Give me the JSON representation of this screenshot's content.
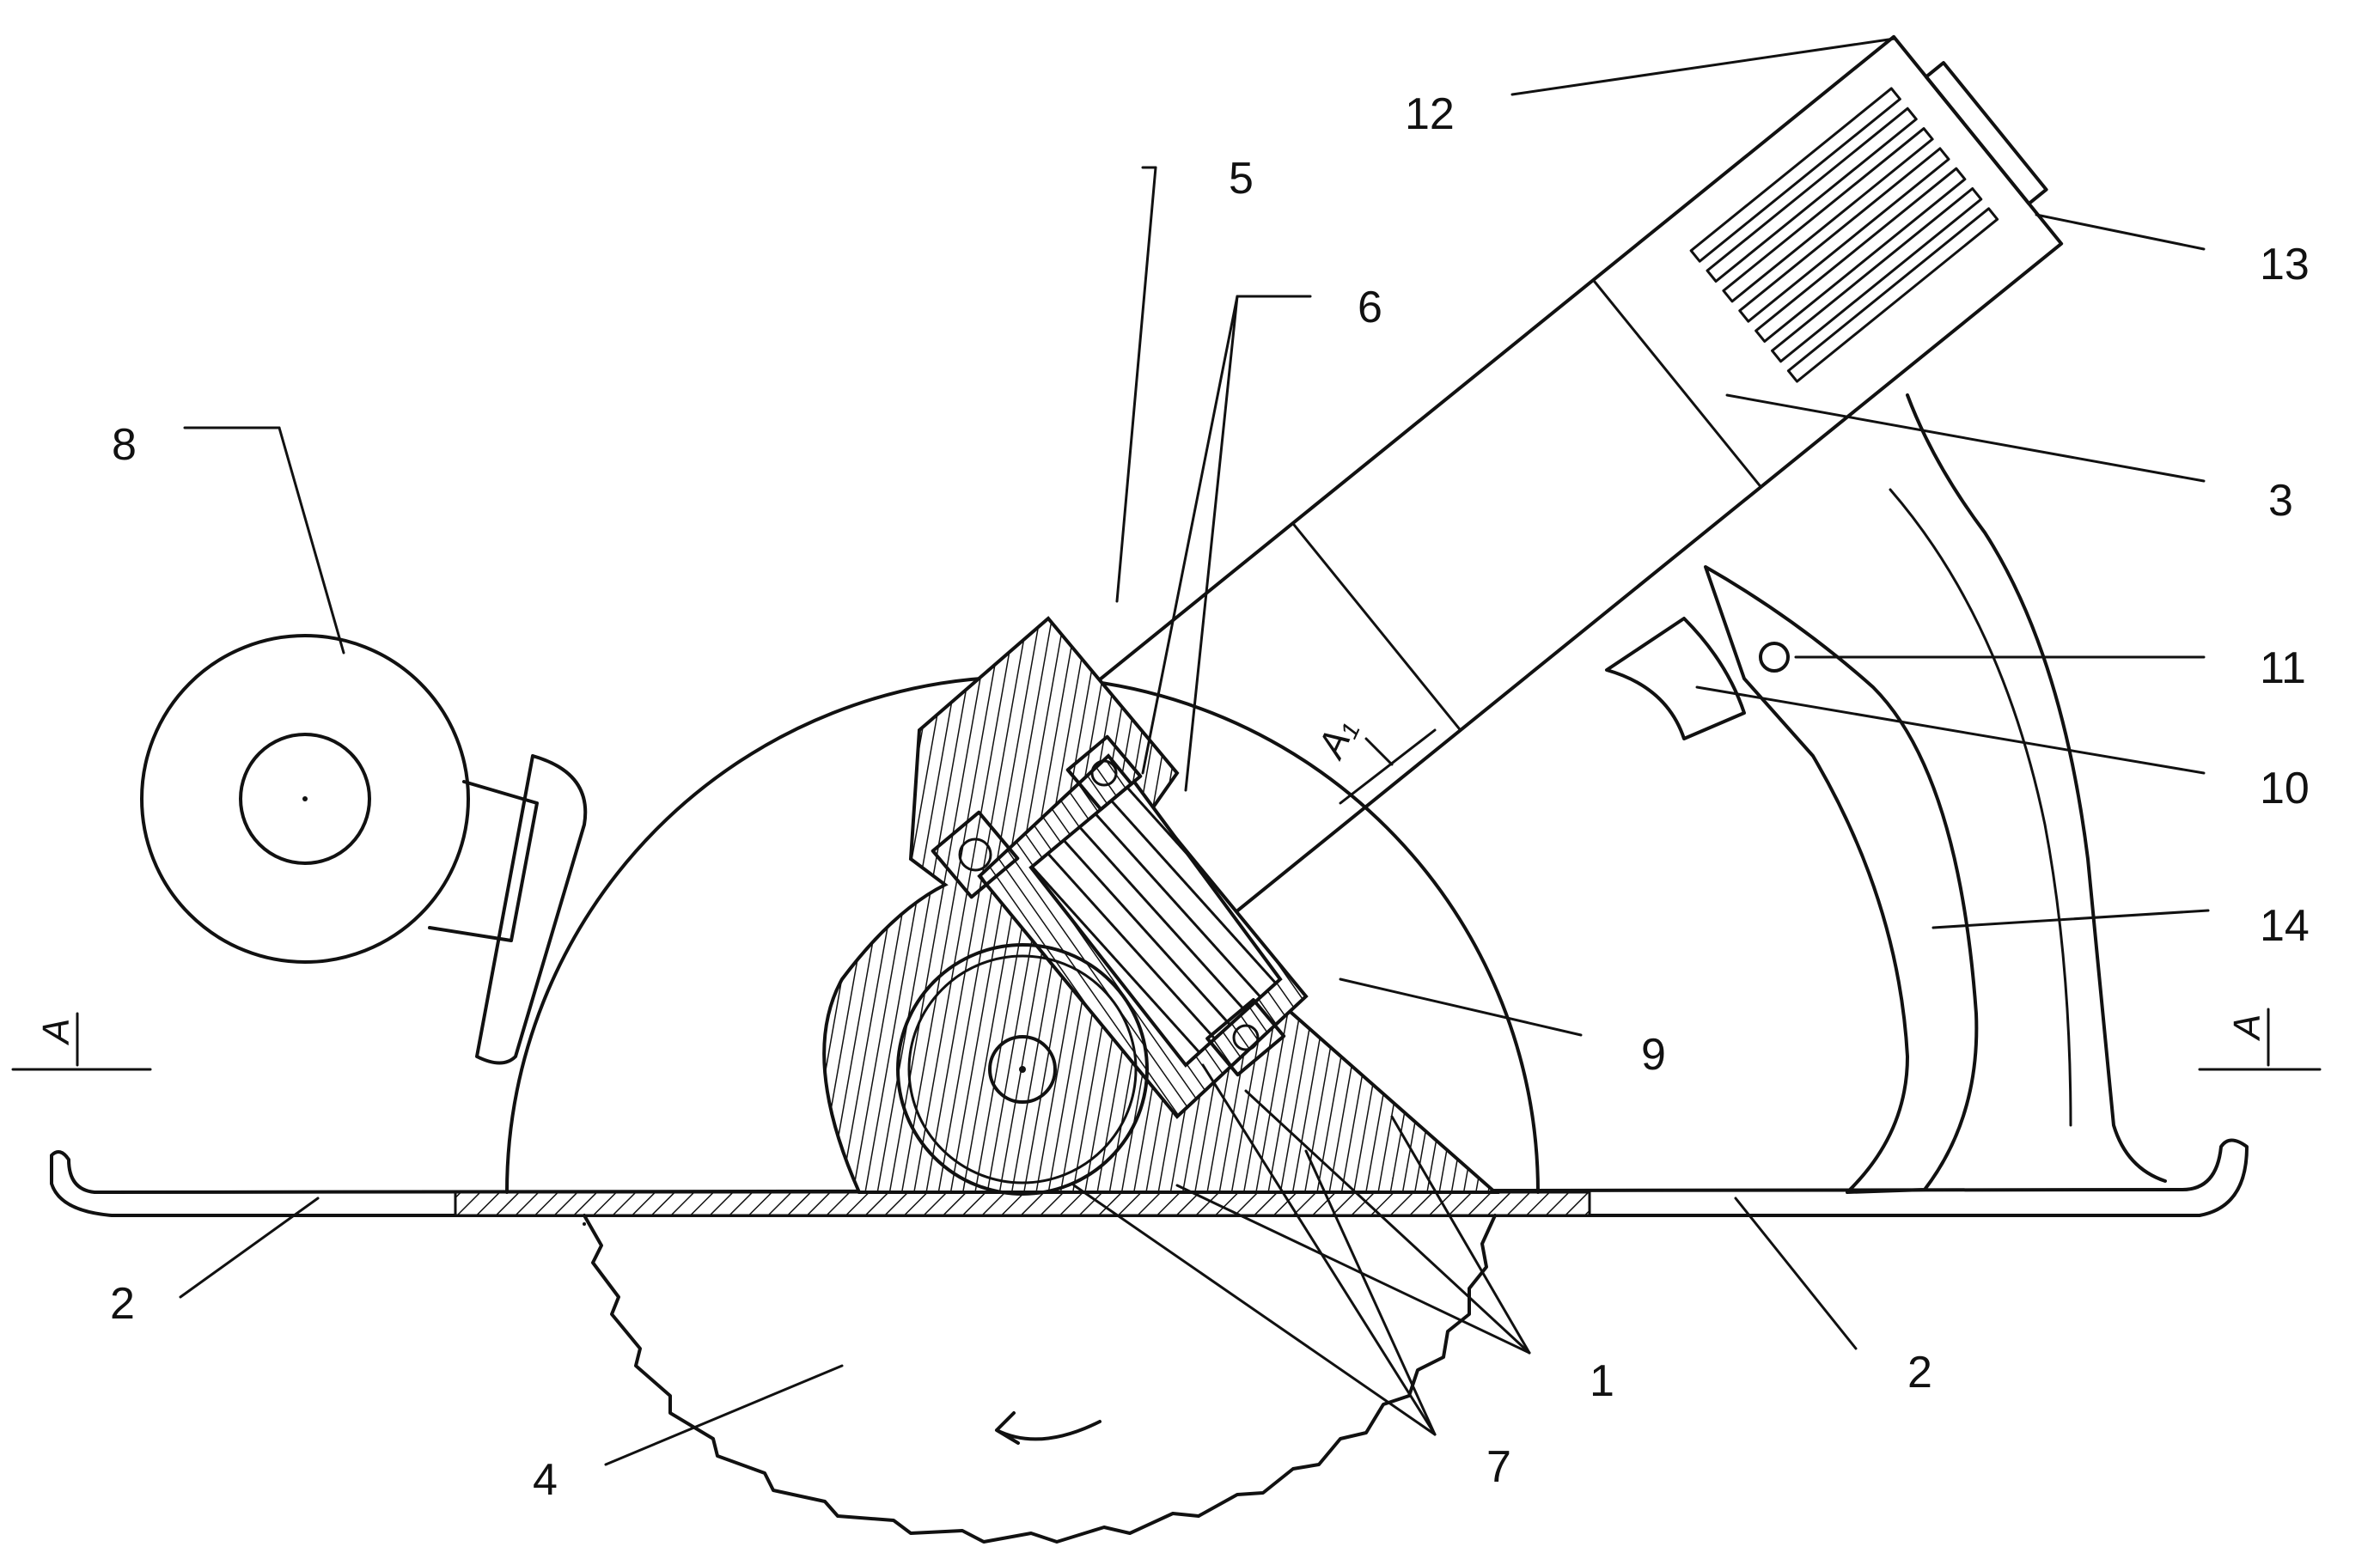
{
  "figure": {
    "labels": [
      {
        "id": "1",
        "text": "1"
      },
      {
        "id": "2a",
        "text": "2"
      },
      {
        "id": "2b",
        "text": "2"
      },
      {
        "id": "3",
        "text": "3"
      },
      {
        "id": "4",
        "text": "4"
      },
      {
        "id": "5",
        "text": "5"
      },
      {
        "id": "6",
        "text": "6"
      },
      {
        "id": "7",
        "text": "7"
      },
      {
        "id": "8",
        "text": "8"
      },
      {
        "id": "9",
        "text": "9"
      },
      {
        "id": "10",
        "text": "10"
      },
      {
        "id": "11",
        "text": "11"
      },
      {
        "id": "12",
        "text": "12"
      },
      {
        "id": "13",
        "text": "13"
      },
      {
        "id": "14",
        "text": "14"
      }
    ],
    "section_marks": {
      "left": "A",
      "right": "A",
      "inner": "A₁"
    }
  }
}
